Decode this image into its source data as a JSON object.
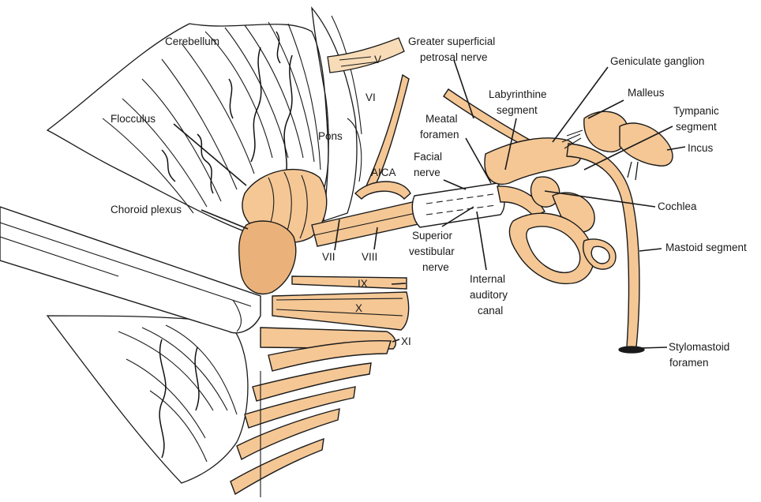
{
  "labels": {
    "cerebellum": "Cerebellum",
    "flocculus": "Flocculus",
    "choroid_plexus": "Choroid plexus",
    "pons": "Pons",
    "cn_v": "V",
    "cn_vi": "VI",
    "cn_vii": "VII",
    "cn_viii": "VIII",
    "cn_ix": "IX",
    "cn_x": "X",
    "cn_xi": "XI",
    "aica": "AICA",
    "gsp_line1": "Greater superficial",
    "gsp_line2": "petrosal nerve",
    "geniculate": "Geniculate ganglion",
    "labyrinthine_line1": "Labyrinthine",
    "labyrinthine_line2": "segment",
    "malleus": "Malleus",
    "tympanic_line1": "Tympanic",
    "tympanic_line2": "segment",
    "incus": "Incus",
    "meatal_line1": "Meatal",
    "meatal_line2": "foramen",
    "facial_line1": "Facial",
    "facial_line2": "nerve",
    "cochlea": "Cochlea",
    "sup_vest_line1": "Superior",
    "sup_vest_line2": "vestibular",
    "sup_vest_line3": "nerve",
    "iac_line1": "Internal",
    "iac_line2": "auditory",
    "iac_line3": "canal",
    "mastoid": "Mastoid segment",
    "stylo_line1": "Stylomastoid",
    "stylo_line2": "foramen"
  },
  "colors": {
    "tissue": "#f4c795",
    "tissue_shade": "#e9b57c",
    "outline": "#1a1a1a"
  }
}
